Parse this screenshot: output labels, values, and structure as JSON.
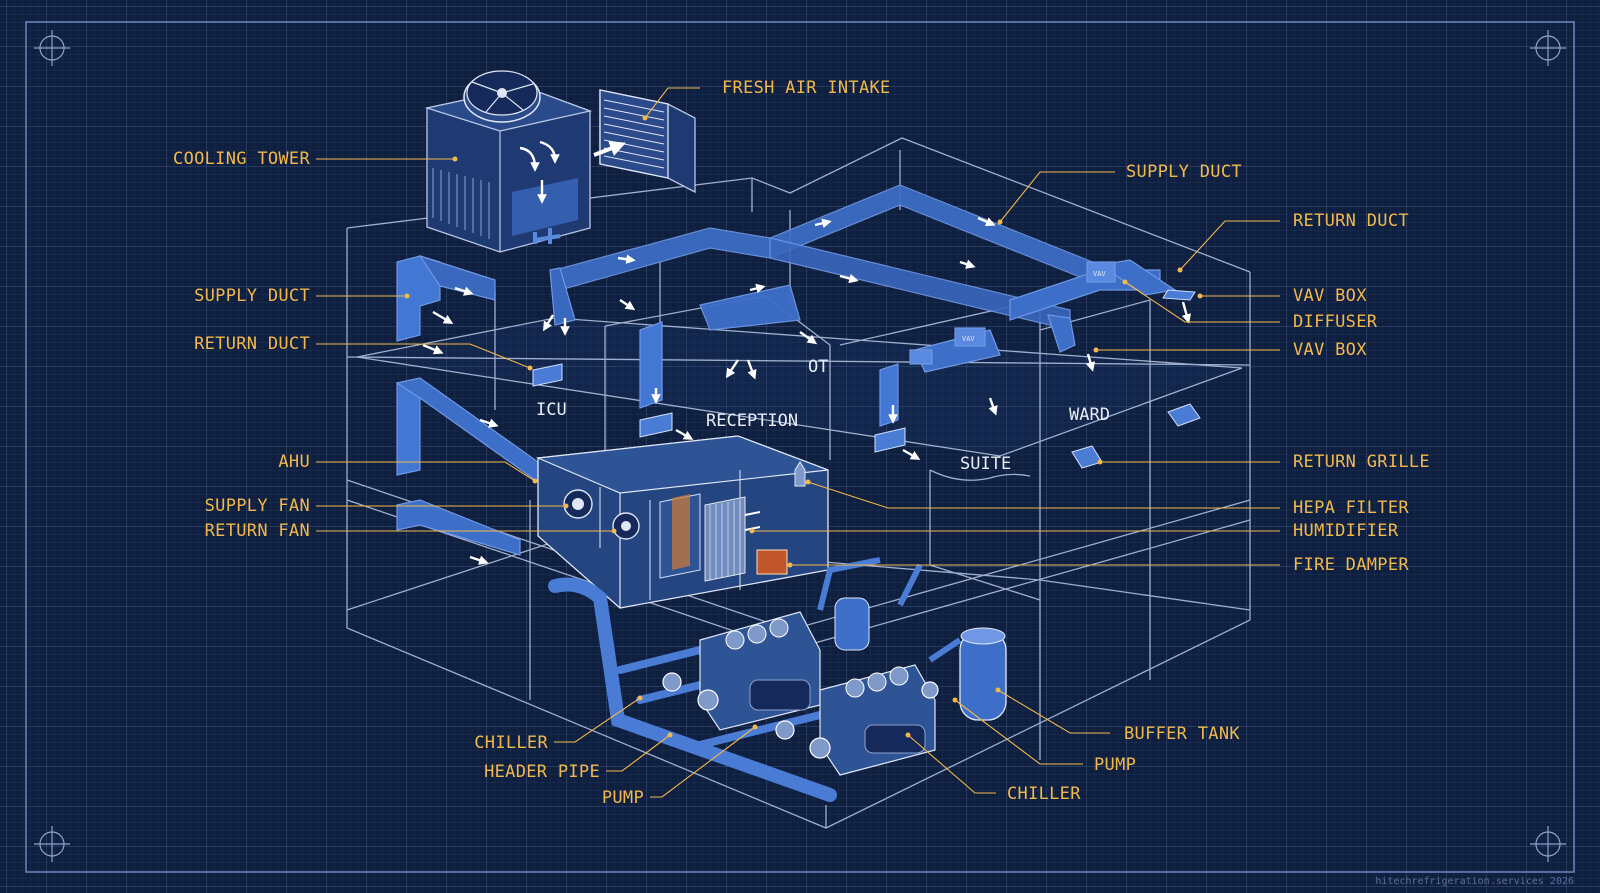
{
  "colors": {
    "background": "#0f1f40",
    "label": "#f2b84b",
    "duct": "#3d6fc9",
    "outline": "#b9c7e6",
    "room_text": "#e8ecf6"
  },
  "labels": {
    "cooling_tower": "COOLING TOWER",
    "fresh_air_intake": "FRESH AIR INTAKE",
    "supply_duct_top": "SUPPLY DUCT",
    "return_duct_top": "RETURN DUCT",
    "supply_duct_left": "SUPPLY DUCT",
    "return_duct_left": "RETURN DUCT",
    "vav_box_1": "VAV BOX",
    "diffuser": "DIFFUSER",
    "vav_box_2": "VAV BOX",
    "ahu": "AHU",
    "supply_fan": "SUPPLY FAN",
    "return_fan": "RETURN FAN",
    "return_grille": "RETURN GRILLE",
    "hepa_filter": "HEPA FILTER",
    "humidifier": "HUMIDIFIER",
    "fire_damper": "FIRE DAMPER",
    "chiller_left": "CHILLER",
    "header_pipe": "HEADER PIPE",
    "pump_left": "PUMP",
    "buffer_tank": "BUFFER TANK",
    "pump_right": "PUMP",
    "chiller_right": "CHILLER"
  },
  "rooms": {
    "icu": "ICU",
    "reception": "RECEPTION",
    "ot": "OT",
    "suite": "SUITE",
    "ward": "WARD"
  },
  "small_tags": {
    "vav_tag": "VAV"
  },
  "credit": "hitechrefrigeration.services 2026"
}
